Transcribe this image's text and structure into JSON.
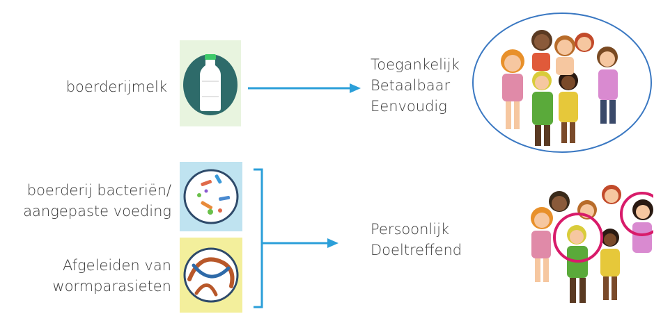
{
  "row1": {
    "source_label": "boerderijmelk",
    "outcomes": [
      "Toegankelijk",
      "Betaalbaar",
      "Eenvoudig"
    ]
  },
  "row2": {
    "sources": [
      {
        "lines": [
          "boerderij bacteriën/",
          "aangepaste voeding"
        ]
      },
      {
        "lines": [
          "Afgeleiden van",
          "wormparasieten"
        ]
      }
    ],
    "outcomes": [
      "Persoonlijk",
      "Doeltreffend"
    ]
  },
  "colors": {
    "arrow": "#2b9fd9",
    "milk_tile_bg": "#e8f4df",
    "milk_circle": "#2e6b6a",
    "bacteria_tile_bg": "#bfe3f0",
    "worm_tile_bg": "#f3ef9c",
    "group_circle": "#3a78c2",
    "highlight_circle": "#d81b6a"
  },
  "icons": [
    "milk-bottle-icon",
    "bacteria-petri-icon",
    "worm-petri-icon",
    "children-group-illustration"
  ]
}
